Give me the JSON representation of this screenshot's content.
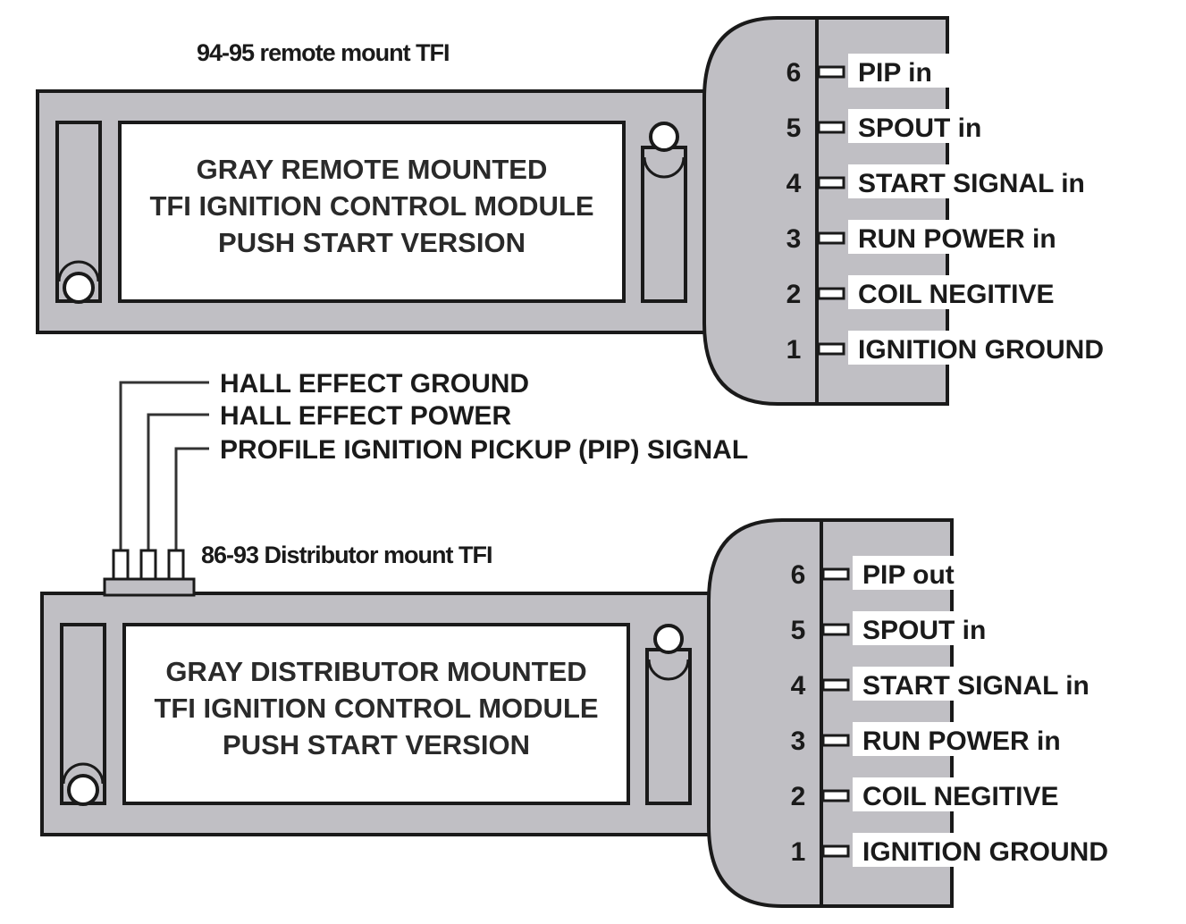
{
  "colors": {
    "body": "#c0bfc4",
    "outline": "#1a1a1a",
    "label_bg": "#ffffff"
  },
  "modules": [
    {
      "title": "94-95 remote mount TFI",
      "label_lines": [
        "GRAY REMOTE MOUNTED",
        "TFI IGNITION CONTROL MODULE",
        "PUSH START VERSION"
      ],
      "pins": [
        {
          "number": "6",
          "label": "PIP in"
        },
        {
          "number": "5",
          "label": "SPOUT in"
        },
        {
          "number": "4",
          "label": "START SIGNAL in"
        },
        {
          "number": "3",
          "label": "RUN POWER in"
        },
        {
          "number": "2",
          "label": "COIL NEGITIVE"
        },
        {
          "number": "1",
          "label": "IGNITION GROUND"
        }
      ]
    },
    {
      "title": "86-93 Distributor mount TFI",
      "label_lines": [
        "GRAY DISTRIBUTOR MOUNTED",
        "TFI IGNITION CONTROL MODULE",
        "PUSH START VERSION"
      ],
      "pins": [
        {
          "number": "6",
          "label": "PIP out"
        },
        {
          "number": "5",
          "label": "SPOUT in"
        },
        {
          "number": "4",
          "label": "START SIGNAL in"
        },
        {
          "number": "3",
          "label": "RUN POWER in"
        },
        {
          "number": "2",
          "label": "COIL NEGITIVE"
        },
        {
          "number": "1",
          "label": "IGNITION GROUND"
        }
      ]
    }
  ],
  "hall_connector": {
    "wires": [
      "HALL EFFECT GROUND",
      "HALL EFFECT POWER",
      "PROFILE IGNITION PICKUP (PIP) SIGNAL"
    ]
  }
}
